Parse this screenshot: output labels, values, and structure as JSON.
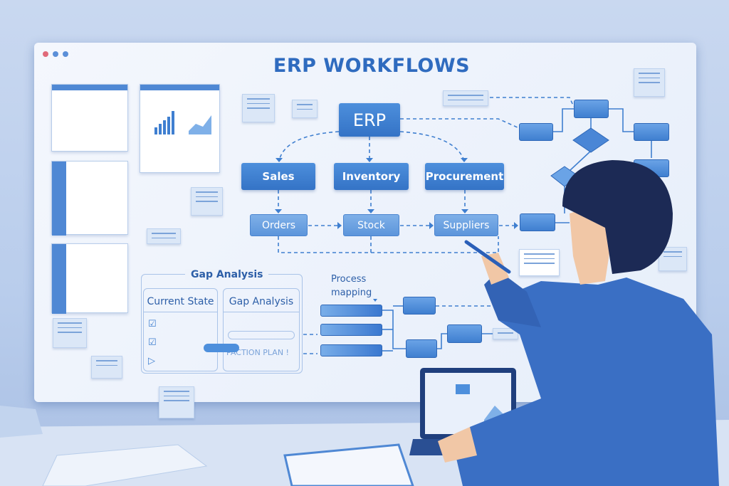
{
  "title": "ERP WORKFLOWS",
  "diagram": {
    "root": "ERP",
    "modules": [
      "Sales",
      "Inventory",
      "Procurement"
    ],
    "processes": [
      "Orders",
      "Stock",
      "Suppliers"
    ]
  },
  "gap_panel": {
    "title": "Gap Analysis",
    "current_state": "Current State",
    "gap_analysis": "Gap Analysis",
    "action_plan": "PACTION PLAN !"
  },
  "process_mapping": "Process mapping",
  "colors": {
    "accent": "#3473c6",
    "board": "#eef3fb",
    "shirt": "#3a6fc4",
    "hair": "#1c2a55"
  }
}
